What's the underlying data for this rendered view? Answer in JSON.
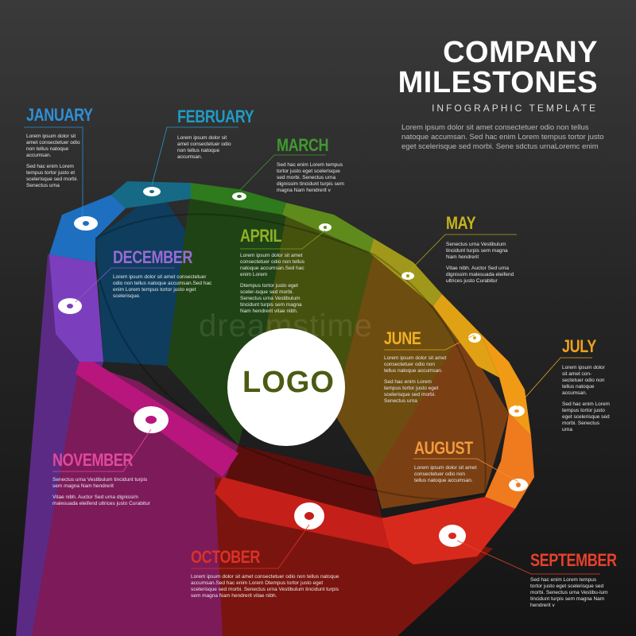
{
  "header": {
    "title_line1": "COMPANY",
    "title_line2": "MILESTONES",
    "subtitle": "INFOGRAPHIC TEMPLATE",
    "intro": "Lorem ipsum dolor sit amet consectetuer odio non tellus natoque accumsan. Sed hac enim Lorem tempus tortor justo eget scelerisque sed morbi. Sene sdctus urnaLoremc enim"
  },
  "logo": "LOGO",
  "watermark": "dreamstime",
  "months": [
    {
      "name": "JANUARY",
      "color": "#2f8fd8",
      "p1": "Lorem ipsum dolor sit amet consectetuer odio non tellus natoque accumsan.",
      "p2": "Sed hac enim Lorem tempus tortor justo et scelerisque sed morbi. Senectus urna"
    },
    {
      "name": "FEBRUARY",
      "color": "#1f9cc4",
      "p1": "Lorem ipsum dolor sit amet consectetuer odio non tellus natoque accumsan.",
      "p2": ""
    },
    {
      "name": "MARCH",
      "color": "#3f9a2f",
      "p1": "Sed hac enim Lorem tempus tortor justo eget scelerisque sed morbi. Senectus urna dignissim tincidunt turpis sem magna Nam hendrerit v",
      "p2": ""
    },
    {
      "name": "APRIL",
      "color": "#7aa021",
      "p1": "Lorem ipsum dolor sit amet consectetuer odio non tellus natoque accumsan.Sed hac enim Lorem",
      "p2": "Dtempus tortor justo eget sceler-isque sed morbi. Senectus urna Vestibulum tincidunt turpis sem magna Nam hendrerit vitae nibh."
    },
    {
      "name": "MAY",
      "color": "#b3a81a",
      "p1": "Senectus urna Vestibulum tincidunt turpis sem magna Nam hendrerit",
      "p2": "Vitae nibh. Auctor Sed urna dignissim malesuada eleifend ultrices justo Curabitur"
    },
    {
      "name": "JUNE",
      "color": "#e6a41a",
      "p1": "Lorem ipsum dolor sit amet consectetuer odio non tellus natoque accumsan.",
      "p2": "Sed hac enim Lorem tempus tortor justo eget scelerisque sed morbi. Senectus urna"
    },
    {
      "name": "JULY",
      "color": "#f0a21b",
      "p1": "Lorem ipsum dolor sit amet con-sectetuer odio non tellus natoque accumsan.",
      "p2": "Sed hac enim Lorem tempus tortor justo eget scelerisque sed morbi. Senectus urna"
    },
    {
      "name": "AUGUST",
      "color": "#f19138",
      "p1": "Lorem ipsum dolor sit amet consectetuer odio non tellus natoque accumsan.",
      "p2": ""
    },
    {
      "name": "SEPTEMBER",
      "color": "#e8402b",
      "p1": "Sed hac enim Lorem tempus tortor justo eget scelerisque sed morbi. Senectus urna Vestibu-lum tincidunt turpis sem magna Nam hendrerit v",
      "p2": ""
    },
    {
      "name": "OCTOBER",
      "color": "#d9322a",
      "p1": "Lorem ipsum dolor sit amet consectetuer odio non tellus natoque accumsan.Sed hac enim Lorem Dtempus tortor justo eget scelerisque sed morbi. Senectus urna Vestibulum tincidunt turpis sem magna Nam hendrerit vitae nibh.",
      "p2": ""
    },
    {
      "name": "NOVEMBER",
      "color": "#e0499d",
      "p1": "Senectus urna Vestibulum tincidunt turpis sem magna Nam hendrerit",
      "p2": "Vitae nibh. Auctor Sed urna dignissim malesuada eleifend ultrices justo Curabitur"
    },
    {
      "name": "DECEMBER",
      "color": "#8a58c8",
      "p1": "Lorem ipsum dolor sit amet consectetuer odio non tellus natoque accumsan.Sed hac enim Lorem tempus tortor justo eget scelerisque.",
      "p2": ""
    }
  ]
}
